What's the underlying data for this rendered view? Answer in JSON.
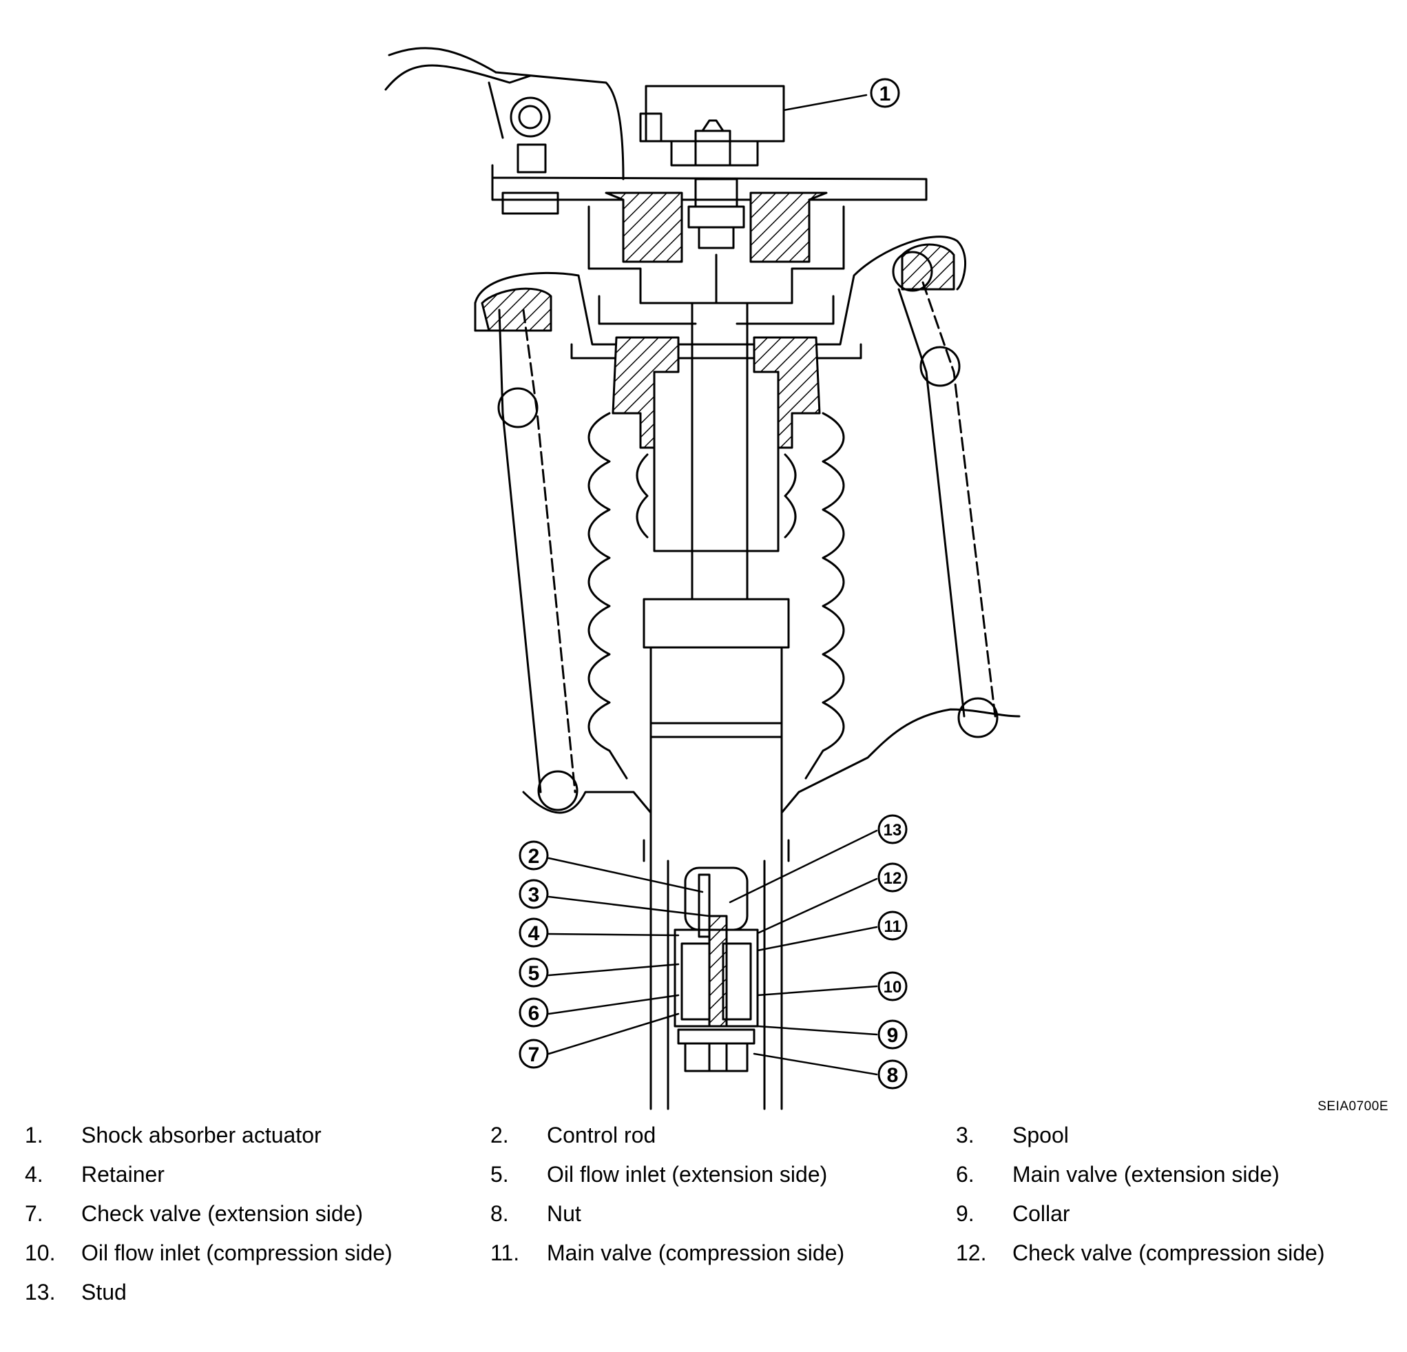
{
  "figure_id": "SEIA0700E",
  "callouts": [
    {
      "number": "1"
    },
    {
      "number": "2"
    },
    {
      "number": "3"
    },
    {
      "number": "4"
    },
    {
      "number": "5"
    },
    {
      "number": "6"
    },
    {
      "number": "7"
    },
    {
      "number": "8"
    },
    {
      "number": "9"
    },
    {
      "number": "10"
    },
    {
      "number": "11"
    },
    {
      "number": "12"
    },
    {
      "number": "13"
    }
  ],
  "legend": [
    {
      "num": "1.",
      "label": "Shock absorber actuator"
    },
    {
      "num": "2.",
      "label": "Control rod"
    },
    {
      "num": "3.",
      "label": "Spool"
    },
    {
      "num": "4.",
      "label": "Retainer"
    },
    {
      "num": "5.",
      "label": "Oil flow inlet (extension side)"
    },
    {
      "num": "6.",
      "label": "Main valve (extension side)"
    },
    {
      "num": "7.",
      "label": "Check valve (extension side)"
    },
    {
      "num": "8.",
      "label": "Nut"
    },
    {
      "num": "9.",
      "label": "Collar"
    },
    {
      "num": "10.",
      "label": "Oil flow inlet (compression side)"
    },
    {
      "num": "11.",
      "label": "Main valve (compression side)"
    },
    {
      "num": "12.",
      "label": "Check valve (compression side)"
    },
    {
      "num": "13.",
      "label": "Stud"
    }
  ]
}
